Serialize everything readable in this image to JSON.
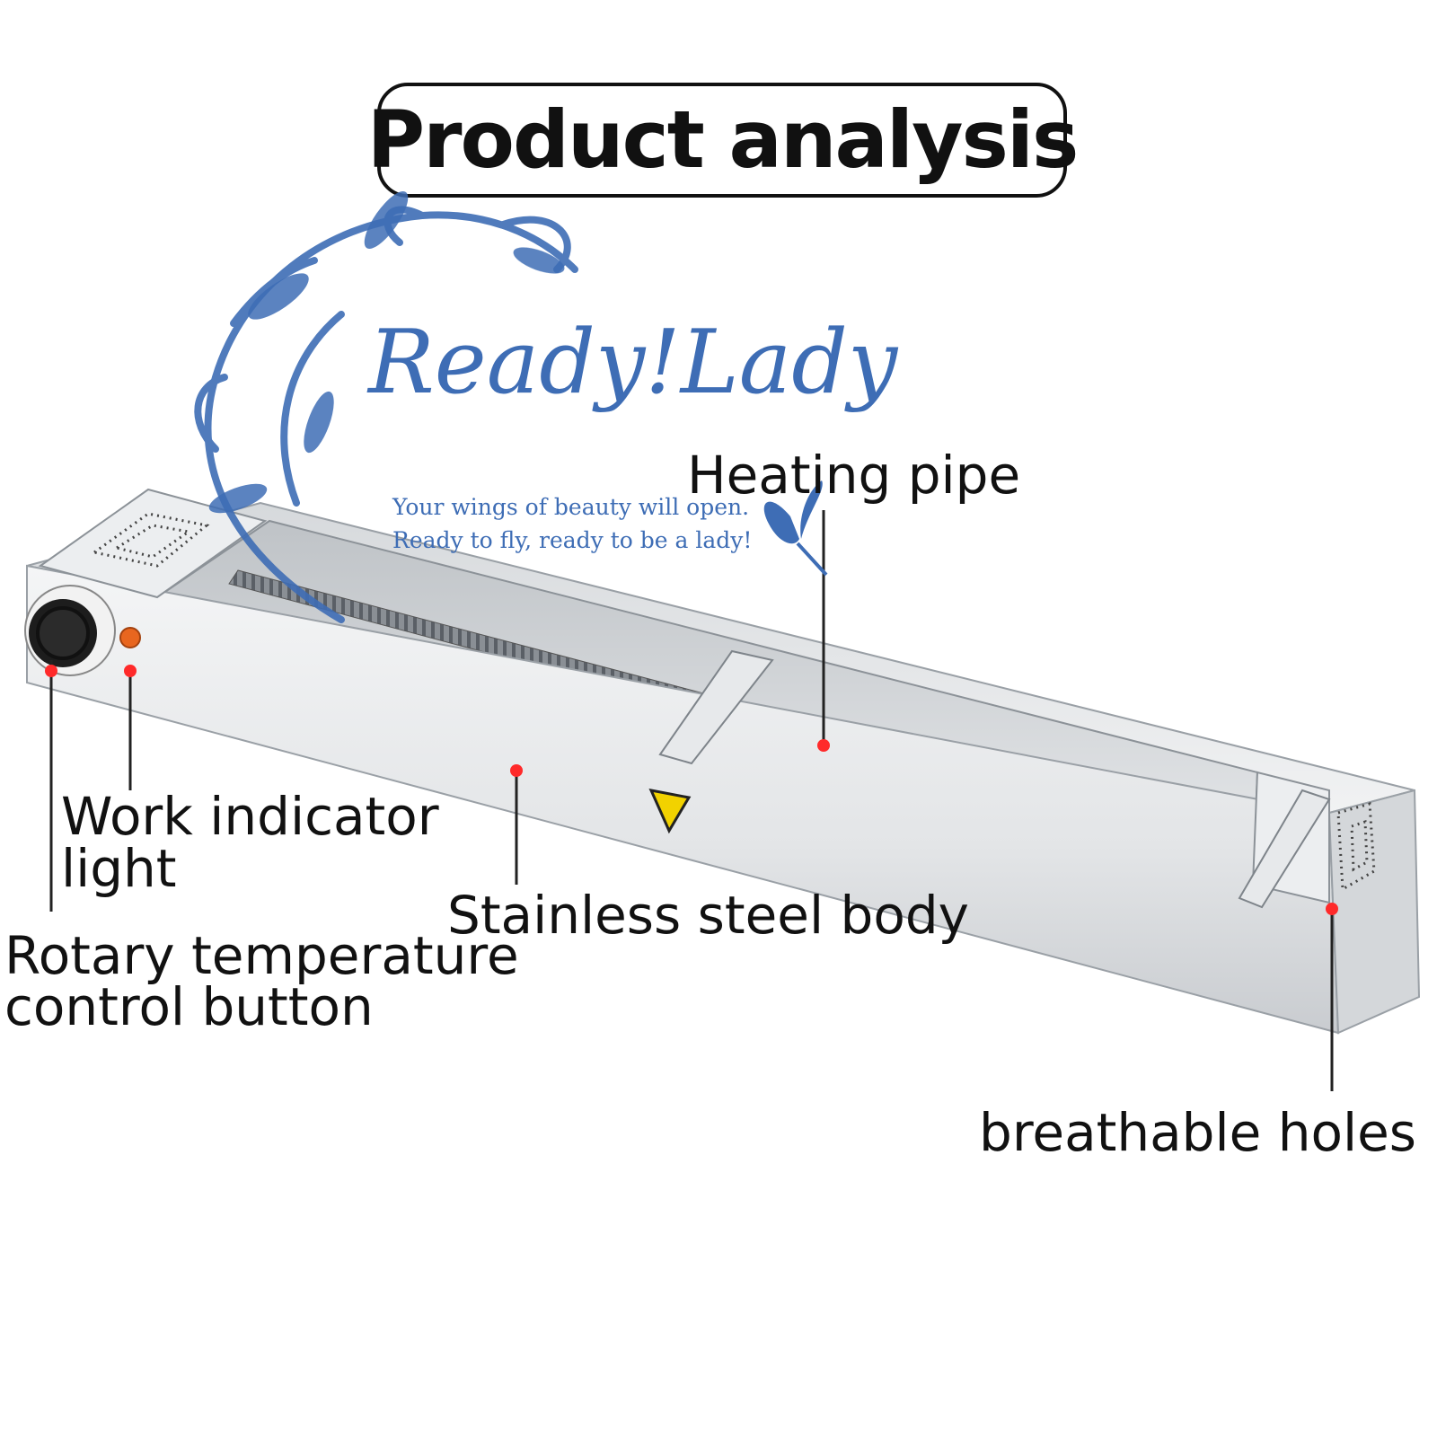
{
  "title": "Product analysis",
  "watermark": {
    "brand": "Ready!Lady",
    "tagline_1": "Your wings of beauty will open.",
    "tagline_2": "Ready to fly, ready to be a lady!",
    "color": "#3e6db5"
  },
  "labels": {
    "heating_pipe": "Heating pipe",
    "work_indicator_1": "Work indicator",
    "work_indicator_2": "light",
    "stainless_body": "Stainless steel body",
    "rotary_control_1": "Rotary temperature",
    "rotary_control_2": "control button",
    "breathable_holes": "breathable holes"
  },
  "colors": {
    "pointer_dot": "#ff2a2a",
    "steel": "#e6e8ea",
    "warning_sign": "#f2d200"
  },
  "icons": {
    "warning": "electric-hazard-triangle",
    "knob": "temperature-knob",
    "indicator": "indicator-light",
    "butterfly": "butterfly"
  }
}
